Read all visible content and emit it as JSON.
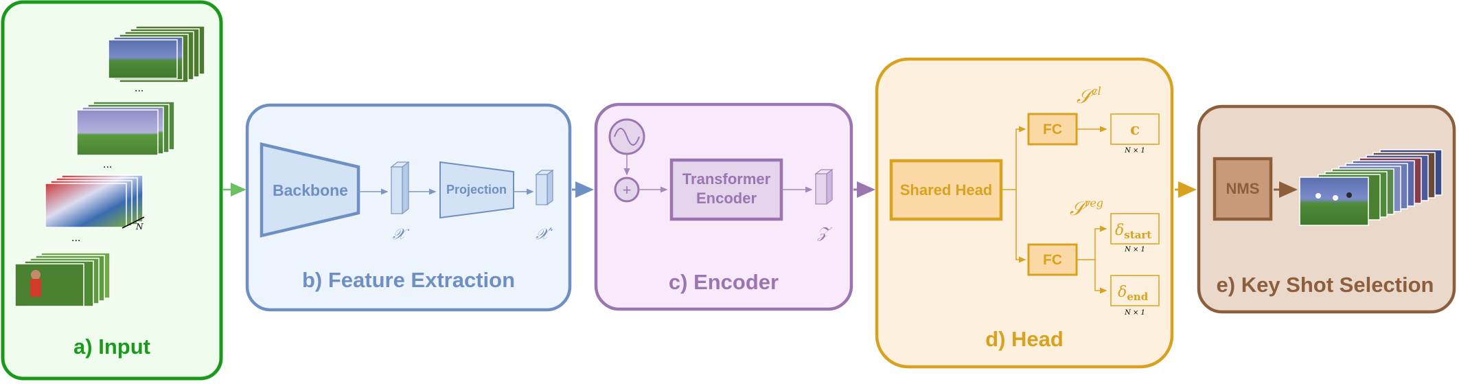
{
  "colors": {
    "input": "#1a9a1a",
    "input_bg": "#f0fcee",
    "feature": "#6e8fc4",
    "feature_bg": "#eef4fb",
    "encoder": "#9a75b0",
    "encoder_bg": "#f8eafb",
    "head": "#d9a21e",
    "head_bg": "#fdf0df",
    "keyshot": "#8c5e3c",
    "keyshot_bg": "#ead8cb"
  },
  "panels": {
    "input": {
      "title": "a) Input",
      "n_label": "N",
      "ellipsis": "..."
    },
    "feature": {
      "title": "b) Feature Extraction",
      "backbone": "Backbone",
      "projection": "Projection",
      "x": "𝒳",
      "x_prime": "𝒳′"
    },
    "encoder": {
      "title": "c) Encoder",
      "transformer_line1": "Transformer",
      "transformer_line2": "Encoder",
      "plus": "+",
      "z": "𝒵"
    },
    "head": {
      "title": "d) Head",
      "shared": "Shared Head",
      "fc_cls": "FC",
      "fc_reg": "FC",
      "s_cl": "𝒮",
      "s_cl_sup": "cl",
      "s_reg": "𝒮",
      "s_reg_sup": "reg",
      "c_out": "c",
      "d_start": "δ",
      "d_start_sub": "start",
      "d_end": "δ",
      "d_end_sub": "end",
      "dim": "N × 1"
    },
    "keyshot": {
      "title": "e) Key Shot Selection",
      "nms": "NMS"
    }
  }
}
